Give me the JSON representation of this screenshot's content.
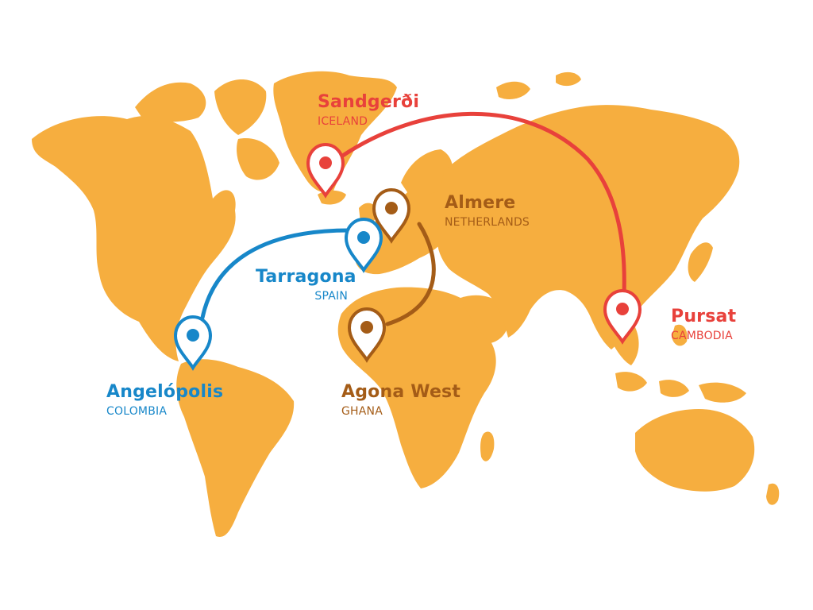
{
  "colors": {
    "land": "#f6ae3f",
    "route_red": "#e8413b",
    "route_blue": "#1787c9",
    "route_brown": "#a45c17",
    "pin_fill": "#ffffff"
  },
  "icons": {
    "pin": "map-pin-icon"
  },
  "locations": [
    {
      "id": "sandgerdi",
      "city": "Sandgerði",
      "country": "ICELAND",
      "color_key": "route_red"
    },
    {
      "id": "almere",
      "city": "Almere",
      "country": "NETHERLANDS",
      "color_key": "route_brown"
    },
    {
      "id": "tarragona",
      "city": "Tarragona",
      "country": "SPAIN",
      "color_key": "route_blue"
    },
    {
      "id": "pursat",
      "city": "Pursat",
      "country": "CAMBODIA",
      "color_key": "route_red"
    },
    {
      "id": "angelopolis",
      "city": "Angelópolis",
      "country": "COLOMBIA",
      "color_key": "route_blue"
    },
    {
      "id": "agona_west",
      "city": "Agona West",
      "country": "GHANA",
      "color_key": "route_brown"
    }
  ],
  "routes": [
    {
      "from": "Sandgerði",
      "to": "Pursat",
      "color_key": "route_red"
    },
    {
      "from": "Angelópolis",
      "to": "Tarragona",
      "color_key": "route_blue"
    },
    {
      "from": "Almere",
      "to": "Agona West",
      "color_key": "route_brown"
    }
  ]
}
